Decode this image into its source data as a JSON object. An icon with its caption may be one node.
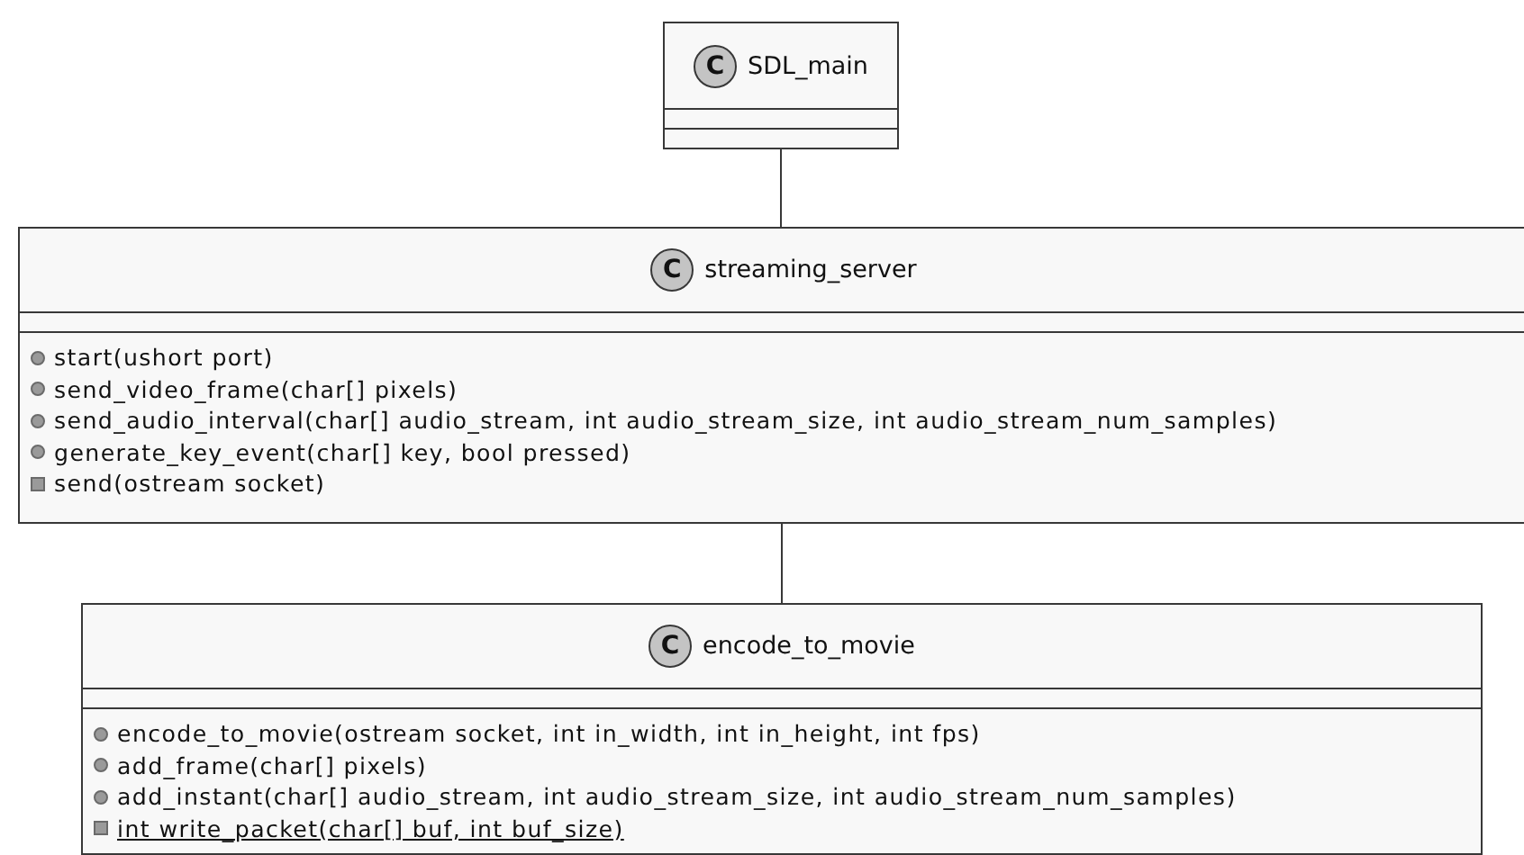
{
  "diagram": {
    "nodes": [
      {
        "text": [
          "C",
          "SDL_main"
        ]
      },
      {
        "text": [
          "C",
          "streaming_server",
          "start(ushort port)",
          "send_video_frame(char[] pixels)",
          "send_audio_interval(char[] audio_stream, int audio_stream_size, int audio_stream_num_samples)",
          "generate_key_event(char[] key, bool pressed)",
          "send(ostream socket)"
        ]
      },
      {
        "text": [
          "C",
          "encode_to_movie",
          "encode_to_movie(ostream socket, int in_width, int in_height, int fps)",
          "add_frame(char[] pixels)",
          "add_instant(char[] audio_stream, int audio_stream_size, int audio_stream_num_samples)",
          "int write_packet(char[] buf, int buf_size)"
        ]
      }
    ],
    "edges": [
      {
        "from": 0,
        "to": 1,
        "arrow": "none"
      },
      {
        "from": 1,
        "to": 2,
        "arrow": "none"
      }
    ]
  }
}
